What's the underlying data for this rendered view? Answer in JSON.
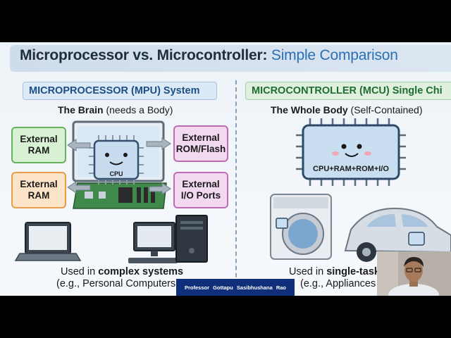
{
  "slide": {
    "title_main": "Microprocessor vs. Microcontroller:",
    "title_accent": " Simple Comparison"
  },
  "mpu": {
    "header": "MICROPROCESSOR (MPU) System",
    "subtitle_bold": "The Brain",
    "subtitle_rest": " (needs a Body)",
    "chip_label": "CPU",
    "boxes": [
      {
        "label": "External\nRAM"
      },
      {
        "label": "External\nRAM"
      },
      {
        "label": "External\nROM/Flash"
      },
      {
        "label": "External\nI/O Ports"
      }
    ],
    "caption_prefix": "Used in ",
    "caption_bold": "complex systems",
    "caption_line2": "(e.g., Personal Computers"
  },
  "mcu": {
    "header": "MICROCONTROLLER (MCU) Single Chi",
    "subtitle_bold": "The Whole Body",
    "subtitle_rest": " (Self-Contained)",
    "chip_label": "CPU+RAM+ROM+I/O",
    "caption_prefix": "Used in ",
    "caption_bold": "single-task",
    "caption_line2": "(e.g., Appliances"
  },
  "presenter": {
    "name_plate": "Professor  Gottapu  Sasibhushana Rao"
  },
  "colors": {
    "accent_blue": "#2a6fb5",
    "mpu_header": "#1d4f86",
    "mcu_header": "#1f6d32",
    "nameplate_bg": "#0f2f7a"
  }
}
